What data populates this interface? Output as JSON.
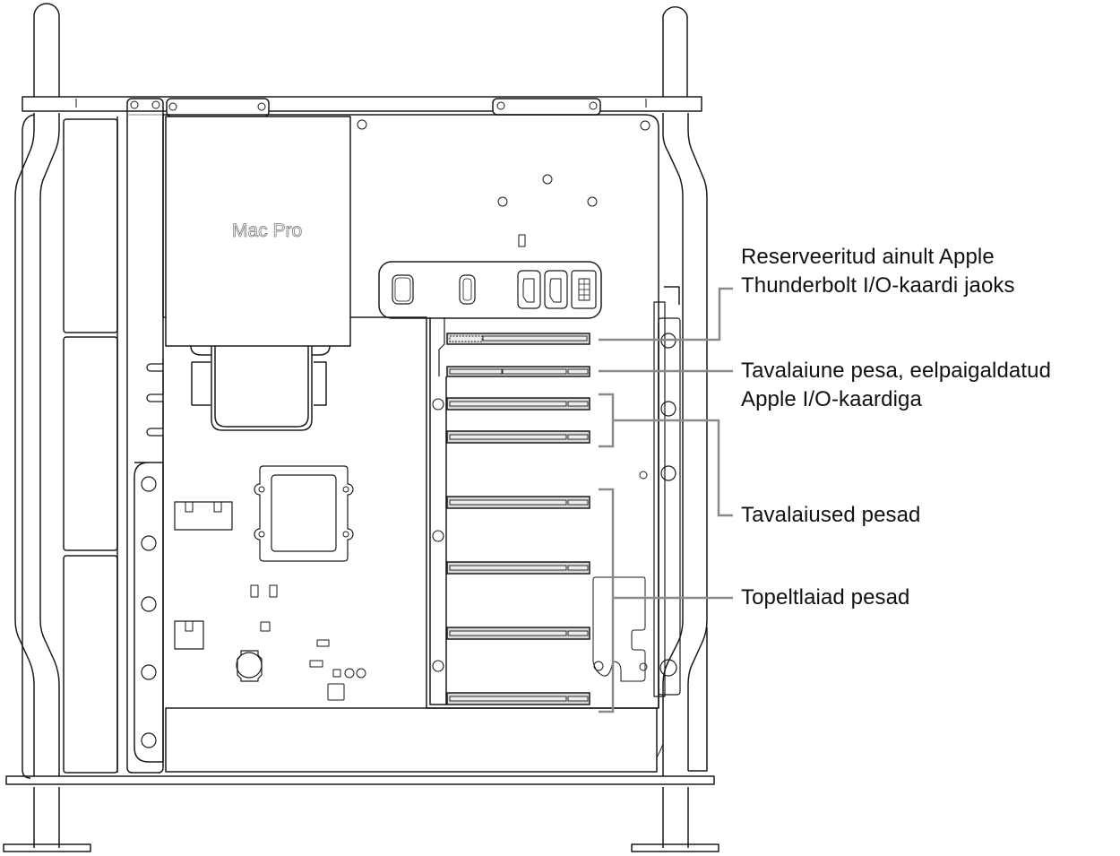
{
  "diagram": {
    "subject": "Mac Pro tower, side view with panel removed",
    "colors": {
      "line": "#1a1a1a",
      "leader": "#8a8a8a",
      "slot_fill": "#d9d9d9",
      "background": "#ffffff",
      "text": "#111111"
    },
    "logo": {
      "text": "Mac Pro",
      "icon": "apple-logo-icon"
    },
    "io_panel_ports": [
      "usb-a-port-icon",
      "usb-c-port-icon",
      "hdmi-port-icon",
      "hdmi-port-icon",
      "header-connector-icon"
    ],
    "slots": [
      {
        "index": 1,
        "type": "reserved-thunderbolt-io"
      },
      {
        "index": 2,
        "type": "full-length-apple-io"
      },
      {
        "index": 3,
        "type": "full-length"
      },
      {
        "index": 4,
        "type": "full-length"
      },
      {
        "index": 5,
        "type": "double-wide"
      },
      {
        "index": 6,
        "type": "double-wide"
      },
      {
        "index": 7,
        "type": "double-wide"
      },
      {
        "index": 8,
        "type": "double-wide"
      }
    ]
  },
  "callouts": [
    {
      "id": "reserved",
      "lines": [
        "Reserveeritud ainult Apple",
        "Thunderbolt I/O-kaardi jaoks"
      ]
    },
    {
      "id": "apple-io",
      "lines": [
        "Tavalaiune pesa, eelpaigaldatud",
        "Apple I/O-kaardiga"
      ]
    },
    {
      "id": "standard",
      "lines": [
        "Tavalaiused pesad"
      ]
    },
    {
      "id": "double",
      "lines": [
        "Topeltlaiad pesad"
      ]
    }
  ]
}
